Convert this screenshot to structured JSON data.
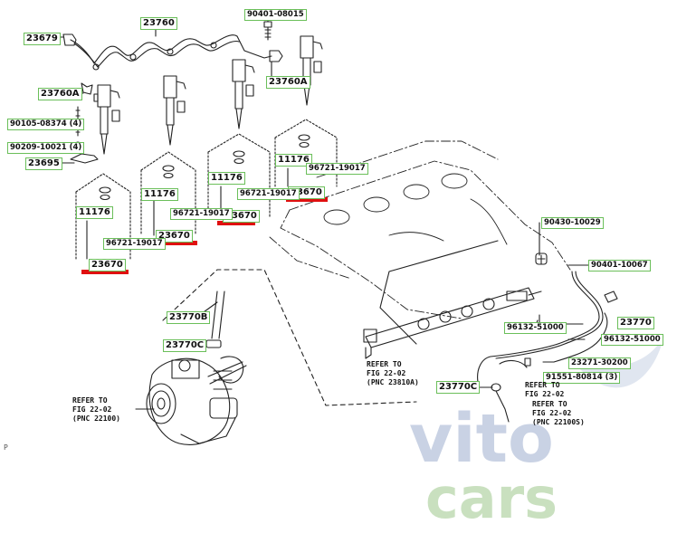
{
  "parts": {
    "p23760": "23760",
    "p90401_a": "90401-08015",
    "p23679": "23679",
    "p23760a_top": "23760A",
    "p23760a_left": "23760A",
    "p90105": "90105-08374 (4)",
    "p90209": "90209-10021 (4)",
    "p23695": "23695",
    "p11176_1": "11176",
    "p11176_2": "11176",
    "p11176_3": "11176",
    "p11176_4": "11176",
    "p96721_1": "96721-19017",
    "p96721_2": "96721-19017",
    "p96721_3": "96721-19017",
    "p96721_4": "96721-19017",
    "p23670_1": "23670",
    "p23670_2": "23670",
    "p23670_3": "23670",
    "p23670_4": "23670",
    "p90430": "90430-10029",
    "p90401_b": "90401-10067",
    "p23770_r": "23770",
    "p96132_a": "96132-51000",
    "p96132_b": "96132-51000",
    "p23271": "23271-30200",
    "p91551": "91551-80814 (3)",
    "p23770b": "23770B",
    "p23770c_l": "23770C",
    "p23770c_r": "23770C"
  },
  "notes": {
    "ref_pump": "REFER TO\nFIG 22-02\n(PNC 22100)",
    "ref_rail": "REFER TO\nFIG 22-02\n(PNC 23810A)",
    "ref_hose_a": "REFER TO\nFIG 22-02",
    "ref_hose_b": "REFER TO\nFIG 22-02\n(PNC 22100S)"
  },
  "corner_mark": "P",
  "watermark": {
    "line1": "vito",
    "line2": "cars"
  },
  "colors": {
    "highlight": "#e01010",
    "label_border": "#6bbf5a",
    "watermark_blue": "#c9d2e4",
    "watermark_green": "#c9e0bf"
  },
  "icons": [
    "fuel-injector-icon",
    "fuel-pump-icon",
    "common-rail-icon",
    "engine-head-icon"
  ]
}
